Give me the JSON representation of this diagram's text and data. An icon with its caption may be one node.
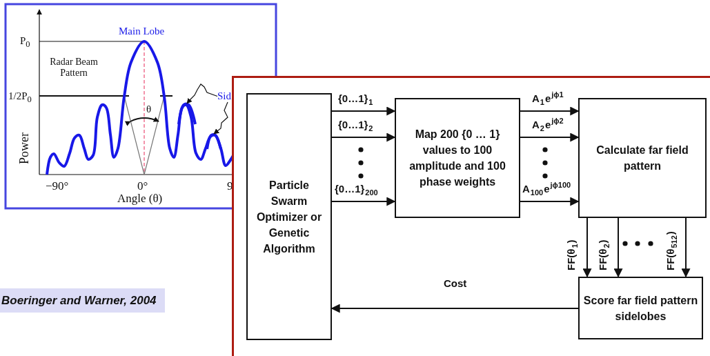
{
  "diagram": {
    "nodes": [
      {
        "text": [
          "Particle Swarm Optimizer or Genetic Algorithm"
        ]
      },
      {
        "text": [
          "Map 200 {0 … 1} values to 100 amplitude and 100 phase weights"
        ]
      },
      {
        "text": [
          "Calculate far field pattern"
        ]
      },
      {
        "text": [
          "Score far field pattern sidelobes"
        ]
      },
      {
        "text": [
          "Sid"
        ]
      },
      {
        "text": [],
        "shape": "curve"
      },
      {
        "text": [],
        "shape": "curve"
      }
    ],
    "edges": [
      {
        "from": 0,
        "to": 1,
        "arrow": "to",
        "label": "{0…1}$_{1}$"
      },
      {
        "from": 0,
        "to": 1,
        "arrow": "to",
        "label": "{0…1}$_{2}$"
      },
      {
        "from": 0,
        "to": 1,
        "arrow": "to",
        "label": "{0…1}$_{200}$"
      },
      {
        "from": 1,
        "to": 2,
        "arrow": "to",
        "label": "A$_{1}$e$^{jϕ1}$"
      },
      {
        "from": 1,
        "to": 2,
        "arrow": "to",
        "label": "A$_{2}$e$^{jϕ2}$"
      },
      {
        "from": 1,
        "to": 2,
        "arrow": "to",
        "label": "A$_{100}$e$^{jϕ100}$"
      },
      {
        "from": 2,
        "to": 3,
        "arrow": "to",
        "label": "FF(θ$_{1}$)"
      },
      {
        "from": 2,
        "to": 3,
        "arrow": "to",
        "label": "FF(θ$_{2}$)"
      },
      {
        "from": 2,
        "to": 3,
        "arrow": "to",
        "label": "FF(θ$_{512}$)"
      },
      {
        "from": 3,
        "to": 0,
        "arrow": "to",
        "label": "Cost"
      },
      {
        "from": 4,
        "to": 5,
        "arrow": "to"
      },
      {
        "from": 4,
        "to": 6,
        "arrow": "to"
      }
    ],
    "labels": [
      "Main Lobe",
      "P$_{0}$",
      "Radar Beam Pattern",
      "1/2P$_{0}$",
      "θ",
      "Power",
      "−90°",
      "0°",
      "9",
      "Angle (θ)",
      "Boeringer and Warner, 2004"
    ]
  }
}
